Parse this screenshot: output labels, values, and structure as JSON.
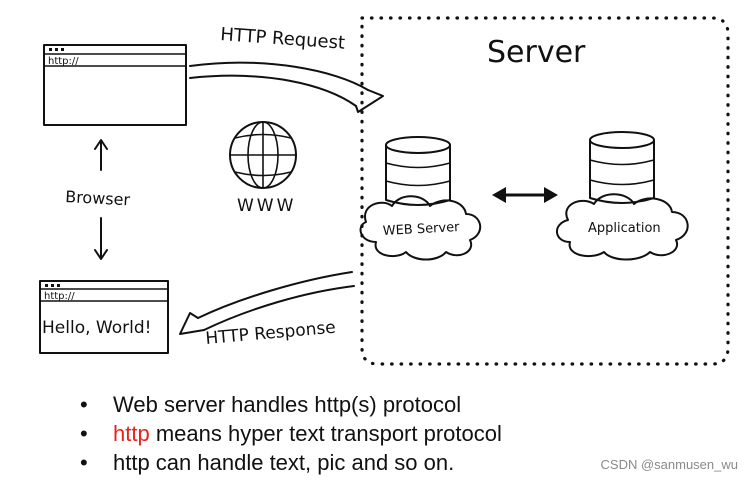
{
  "diagram": {
    "labels": {
      "http_request": "HTTP Request",
      "server": "Server",
      "www": "WWW",
      "browser": "Browser",
      "web_server": "WEB Server",
      "application": "Application",
      "http_response": "HTTP Response",
      "address_top": "http://",
      "address_bottom": "http://",
      "hello_world": "Hello, World!"
    }
  },
  "bullets": [
    {
      "segments": [
        {
          "text": "Web server handles http(s) protocol",
          "color": "#111111"
        }
      ]
    },
    {
      "segments": [
        {
          "text": "http",
          "color": "#e8231c"
        },
        {
          "text": " means hyper text transport protocol",
          "color": "#111111"
        }
      ]
    },
    {
      "segments": [
        {
          "text": "http can handle text, pic and so on.",
          "color": "#111111"
        }
      ]
    }
  ],
  "credit": "CSDN @sanmusen_wu"
}
